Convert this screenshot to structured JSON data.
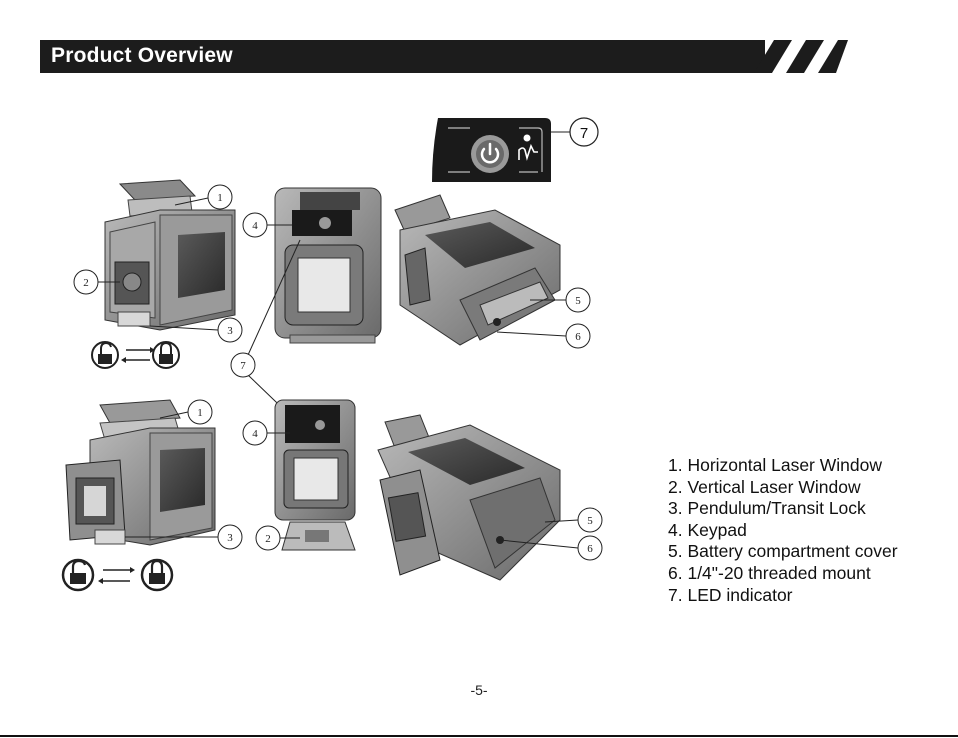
{
  "header": {
    "title": "Product Overview"
  },
  "callouts": {
    "c1": "1",
    "c2": "2",
    "c3": "3",
    "c4": "4",
    "c5": "5",
    "c6": "6",
    "c7": "7"
  },
  "legend": {
    "items": [
      "1. Horizontal Laser Window",
      "2. Vertical Laser Window",
      "3. Pendulum/Transit Lock",
      "4. Keypad",
      "5. Battery compartment cover",
      "6. 1/4\"-20 threaded mount",
      "7. LED indicator"
    ]
  },
  "page": {
    "number": "-5-"
  },
  "icons": {
    "power": "power-icon",
    "pendulum": "pendulum-icon",
    "lock_open": "unlock-icon",
    "lock_closed": "lock-icon",
    "arrows": "swap-arrows-icon"
  },
  "colors": {
    "header_bg": "#1c1c1c",
    "keypad_bg": "#1a1a1a",
    "body_gray": "#8a8a8a"
  }
}
